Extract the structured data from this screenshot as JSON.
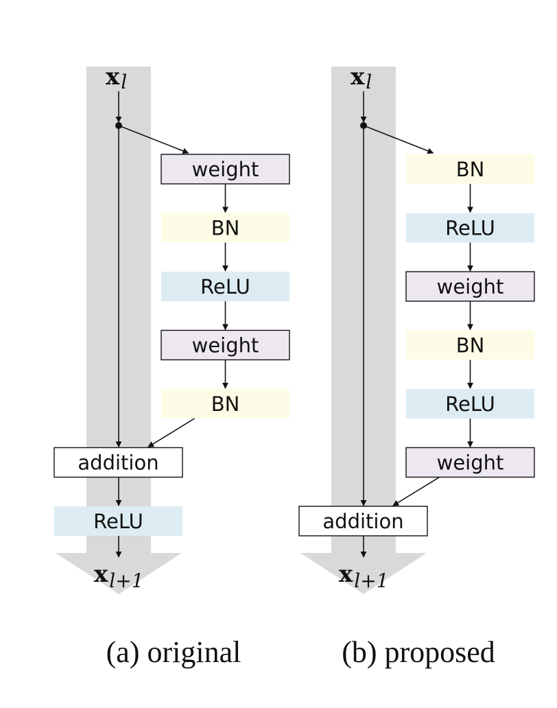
{
  "colors": {
    "shortcut_band": "#d9d9d9",
    "weight_fill": "#ede8f0",
    "bn_fill": "#fdfce6",
    "relu_fill": "#dcecf2",
    "addition_fill": "#ffffff",
    "stroke": "#111111"
  },
  "panels": [
    {
      "id": "original",
      "input": {
        "base": "x",
        "sub": "l"
      },
      "output": {
        "base": "x",
        "sub": "l+1"
      },
      "branch": [
        "weight",
        "BN",
        "ReLU",
        "weight",
        "BN"
      ],
      "merge_label": "addition",
      "post_label": "ReLU",
      "caption": "(a) original"
    },
    {
      "id": "proposed",
      "input": {
        "base": "x",
        "sub": "l"
      },
      "output": {
        "base": "x",
        "sub": "l+1"
      },
      "branch": [
        "BN",
        "ReLU",
        "weight",
        "BN",
        "ReLU",
        "weight"
      ],
      "merge_label": "addition",
      "post_label": "",
      "caption": "(b) proposed"
    }
  ]
}
